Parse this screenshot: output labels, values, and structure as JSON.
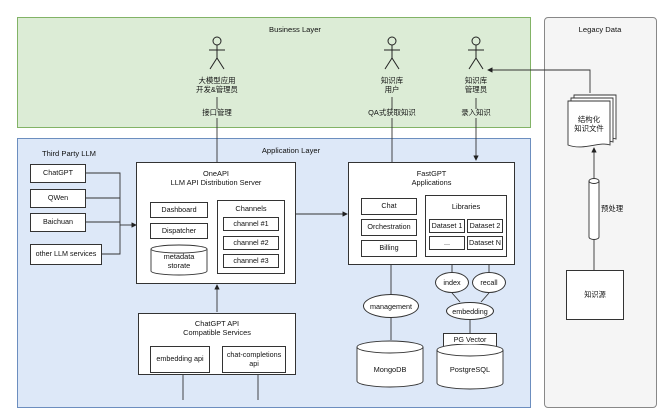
{
  "layers": {
    "business": "Business Layer",
    "application": "Application Layer",
    "legacy": "Legacy Data",
    "third_party": "Third Party LLM"
  },
  "actors": {
    "dev_admin": [
      "大模型应用",
      "开发&管理员"
    ],
    "kb_user": [
      "知识库",
      "用户"
    ],
    "kb_admin": [
      "知识库",
      "管理员"
    ]
  },
  "edge_labels": {
    "api_manage": "接口管理",
    "qa_fetch": "QA式获取知识",
    "entry": "录入知识"
  },
  "llms": [
    "ChatGPT",
    "QWen",
    "Baichuan",
    "other LLM services"
  ],
  "oneapi": {
    "title": [
      "OneAPI",
      "LLM API Distribution Server"
    ],
    "items": [
      "Dashboard",
      "Dispatcher"
    ],
    "metadata": [
      "metadata",
      "storate"
    ],
    "channels_title": "Channels",
    "channels": [
      "channel #1",
      "channel #2",
      "channel #3"
    ]
  },
  "chatgpt_api": {
    "title": [
      "ChatGPT API",
      "Compatible Services"
    ],
    "embedding": "embedding api",
    "chat": [
      "chat-completions",
      "api"
    ]
  },
  "fastgpt": {
    "title": [
      "FastGPT",
      "Applications"
    ],
    "items": [
      "Chat",
      "Orchestration",
      "Billing"
    ],
    "libraries_title": "Libraries",
    "datasets": [
      "Dataset 1",
      "Dataset 2",
      "...",
      "Dataset N"
    ]
  },
  "ops": {
    "management": "management",
    "index": "index",
    "recall": "recall",
    "embedding": "embedding",
    "pgvector": "PG Vector"
  },
  "dbs": {
    "mongo": "MongoDB",
    "postgres": "PostgreSQL"
  },
  "legacy_items": {
    "structured": [
      "结构化",
      "知识文件"
    ],
    "preprocess": "预处理",
    "source": "知识源"
  },
  "colors": {
    "business_bg": "#dcecd6",
    "business_border": "#82b366",
    "app_bg": "#dde8f8",
    "app_border": "#6c8ebf",
    "legacy_bg": "#f5f5f5",
    "legacy_border": "#888888"
  }
}
